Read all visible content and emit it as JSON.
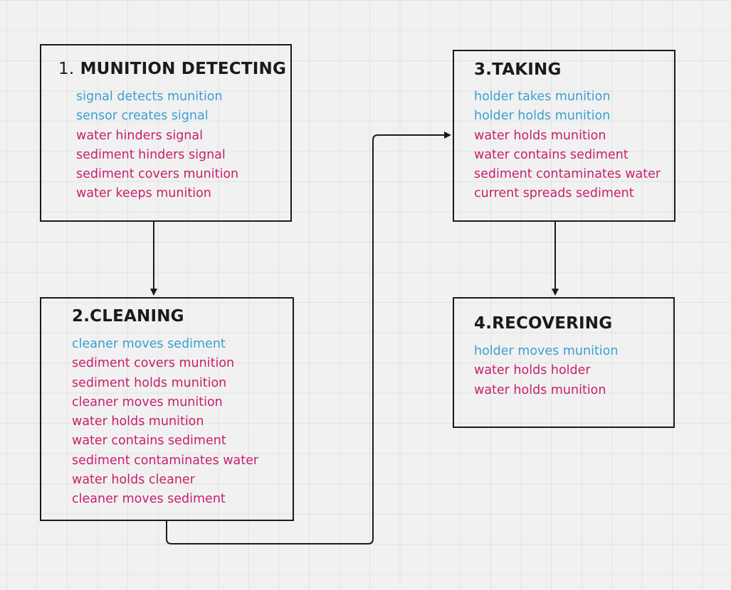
{
  "colors": {
    "background": "#f1f1f1",
    "grid": "#e2e2e2",
    "border": "#1a1a1a",
    "item_blue": "#3a9fd0",
    "item_pink": "#c8206b"
  },
  "stages": [
    {
      "number": "1.",
      "title": "MUNITION DETECTING",
      "items": [
        {
          "text": "signal detects munition",
          "color": "blue"
        },
        {
          "text": "sensor creates signal",
          "color": "blue"
        },
        {
          "text": "water hinders signal",
          "color": "pink"
        },
        {
          "text": "sediment hinders signal",
          "color": "pink"
        },
        {
          "text": "sediment covers munition",
          "color": "pink"
        },
        {
          "text": "water keeps munition",
          "color": "pink"
        }
      ]
    },
    {
      "number": "2.",
      "title": "CLEANING",
      "items": [
        {
          "text": "cleaner moves sediment",
          "color": "blue"
        },
        {
          "text": "sediment covers munition",
          "color": "pink"
        },
        {
          "text": "sediment holds munition",
          "color": "pink"
        },
        {
          "text": "cleaner moves munition",
          "color": "pink"
        },
        {
          "text": "water holds munition",
          "color": "pink"
        },
        {
          "text": "water contains sediment",
          "color": "pink"
        },
        {
          "text": "sediment contaminates water",
          "color": "pink"
        },
        {
          "text": "water holds cleaner",
          "color": "pink"
        },
        {
          "text": "cleaner moves sediment",
          "color": "pink"
        }
      ]
    },
    {
      "number": "3.",
      "title": "TAKING",
      "items": [
        {
          "text": "holder takes munition",
          "color": "blue"
        },
        {
          "text": "holder holds munition",
          "color": "blue"
        },
        {
          "text": "water holds munition",
          "color": "pink"
        },
        {
          "text": "water contains sediment",
          "color": "pink"
        },
        {
          "text": "sediment contaminates water",
          "color": "pink"
        },
        {
          "text": "current spreads sediment",
          "color": "pink"
        }
      ]
    },
    {
      "number": "4.",
      "title": "RECOVERING",
      "items": [
        {
          "text": "holder moves munition",
          "color": "blue"
        },
        {
          "text": "water holds holder",
          "color": "pink"
        },
        {
          "text": "water holds munition",
          "color": "pink"
        }
      ]
    }
  ],
  "connectors": [
    {
      "from": "stage-1",
      "to": "stage-2"
    },
    {
      "from": "stage-2",
      "to": "stage-3"
    },
    {
      "from": "stage-3",
      "to": "stage-4"
    }
  ]
}
